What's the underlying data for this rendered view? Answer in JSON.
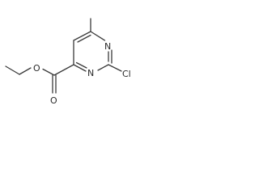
{
  "molecule": {
    "atoms": {
      "ring_n_upper": "N",
      "ring_n_lower": "N",
      "chlorine": "Cl",
      "carbonyl_oxygen": "O",
      "ester_oxygen": "O"
    },
    "bond_color": "#3a3a3a",
    "label_color": "#2a2a2a"
  }
}
